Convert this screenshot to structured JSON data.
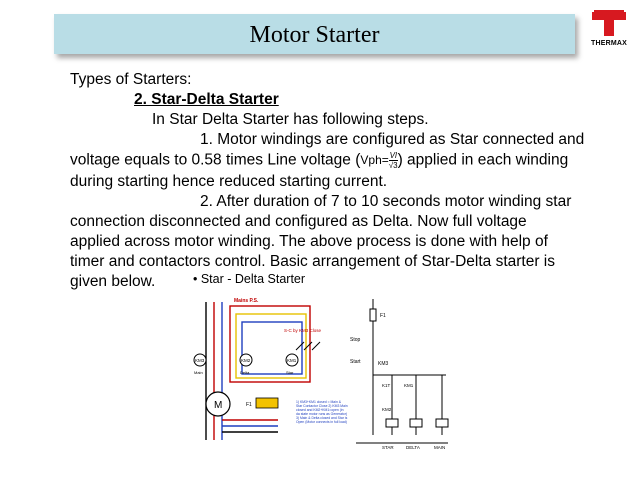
{
  "title": "Motor Starter",
  "logo": {
    "text": "THERMAX",
    "color": "#d71920"
  },
  "content": {
    "heading": "Types of Starters:",
    "item_title": "2. Star-Delta Starter",
    "intro": "In Star Delta Starter has following steps.",
    "step1_a": "1. Motor windings are configured as Star connected and",
    "step1_b1": "voltage equals to 0.58 times Line voltage (",
    "formula_lhs": "Vph=",
    "formula_num": "Vl",
    "formula_den": "√3",
    "step1_b2": ") applied in each winding",
    "step1_c": "during starting hence reduced starting current.",
    "step2_a": "2. After duration of 7 to 10 seconds motor winding star",
    "step2_b": "connection disconnected and configured as Delta. Now full voltage",
    "step2_c": "applied across motor winding. The above process is done with help of",
    "step2_d": "timer and contactors control. Basic arrangement of Star-Delta starter is",
    "step2_e": "given below."
  },
  "diagram": {
    "caption": "•  Star - Delta Starter",
    "left_labels": {
      "mains": "Mains P.S.",
      "sc": "S-C by KM3 Close",
      "km3": "KM3",
      "km2": "KM2",
      "km1": "KM1",
      "main": "Main",
      "delta": "Delta",
      "star": "Star",
      "motor": "M",
      "f1": "F1",
      "note": "1) KM3+KM1 closed = Main & Star Contactor Close 2) KM3 Main closed and KM2+KM1=open (in da state motor runs as Generator) 3) Main & Delta closed and Star is Open (Motor connects in full load)"
    },
    "right_labels": {
      "f1": "F1",
      "stop": "Stop",
      "start": "Start",
      "km3": "KM3",
      "k1t": "K1T",
      "km1": "KM1",
      "km2": "KM2",
      "star": "STAR",
      "delta": "DELTA",
      "main": "MAIN"
    }
  }
}
